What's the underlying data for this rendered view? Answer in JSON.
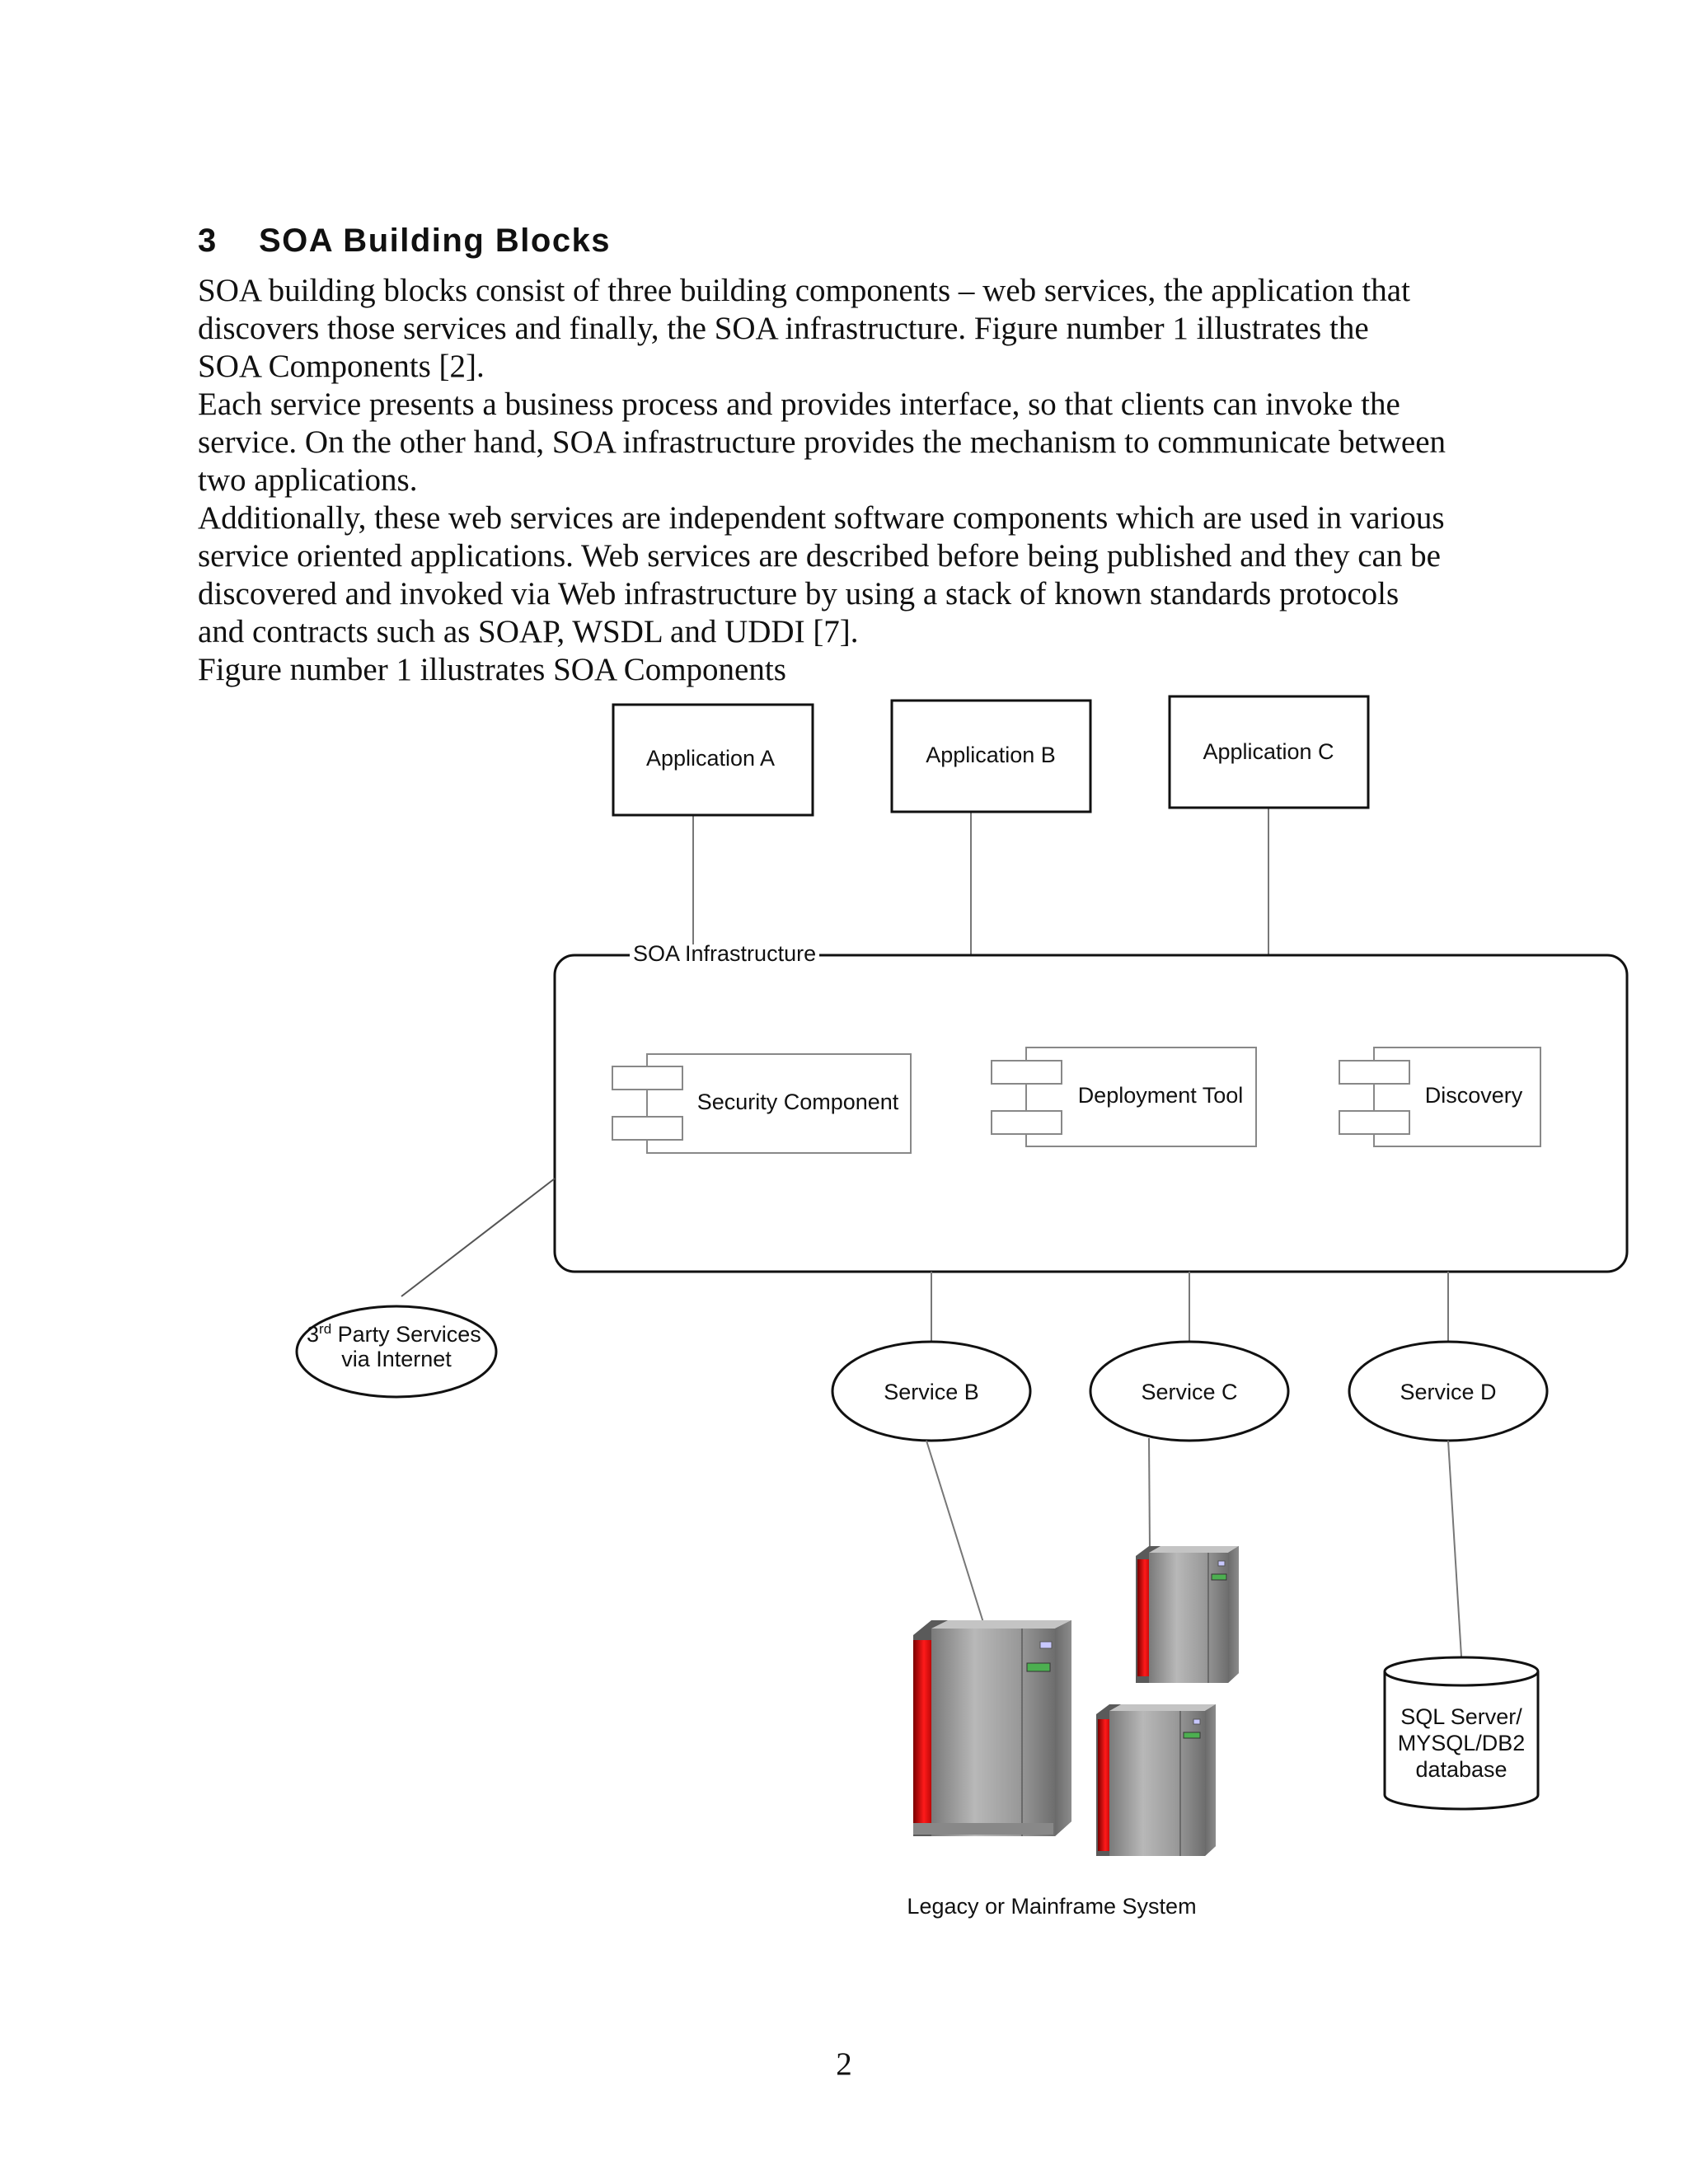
{
  "section": {
    "number": "3",
    "title": "SOA Building Blocks"
  },
  "paragraphs": [
    [
      "SOA building blocks consist of three building components – web services, the application that",
      "discovers those services and finally, the SOA infrastructure.  Figure number 1 illustrates the",
      "SOA Components [2]."
    ],
    [
      "Each service presents a business process and provides interface, so that clients can invoke the",
      "service. On the other hand, SOA infrastructure provides the mechanism to communicate between",
      "two applications."
    ],
    [
      "Additionally, these web services are independent software components which are used in various",
      "service oriented applications. Web services are described before being published and they can be",
      "discovered and invoked via Web infrastructure by using a stack of known standards protocols",
      "and contracts such as SOAP, WSDL and UDDI [7]."
    ],
    [
      "Figure number 1 illustrates SOA Components"
    ]
  ],
  "diagram": {
    "applications": [
      "Application A",
      "Application B",
      "Application C"
    ],
    "infrastructure_label": "SOA Infrastructure",
    "components": [
      "Security Component",
      "Deployment Tool",
      "Discovery"
    ],
    "third_party": {
      "sup": "rd",
      "line1_rest": " Party Services",
      "line1_num": "3",
      "line2": "via Internet"
    },
    "services": [
      "Service B",
      "Service C",
      "Service D"
    ],
    "database": [
      "SQL Server/",
      "MYSQL/DB2",
      "database"
    ],
    "mainframe_label": "Legacy or Mainframe System"
  },
  "page_number": "2",
  "colors": {
    "server_body": "#9a9a9a",
    "server_red": "#e01010",
    "line": "#555555"
  }
}
